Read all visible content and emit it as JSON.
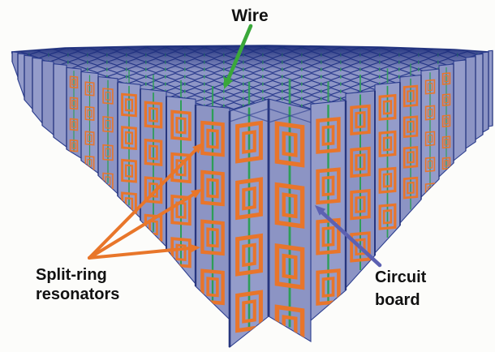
{
  "figure": {
    "labels": {
      "wire": "Wire",
      "split_ring_line1": "Split-ring",
      "split_ring_line2": "resonators",
      "circuit_line1": "Circuit",
      "circuit_line2": "board"
    },
    "icons": {
      "wire_pointer": "green-arrow-icon",
      "resonator_pointer": "orange-arrow-icon",
      "board_pointer": "purple-arrow-icon"
    },
    "colors": {
      "background": "#fcfcfa",
      "board_face": "#949cca",
      "board_face_alt": "#8c94c4",
      "board_edge": "#2c3e8f",
      "board_edge_dark": "#26357e",
      "lattice_dark": "#2a3b8c",
      "horizon_dark": "#1b2c7a",
      "resonator_orange": "#e8752b",
      "wire_green": "#2e9e57",
      "arrow_green": "#3aa83a",
      "arrow_orange": "#e8762a",
      "arrow_purple": "#5c61b2",
      "label_text": "#111111"
    }
  }
}
